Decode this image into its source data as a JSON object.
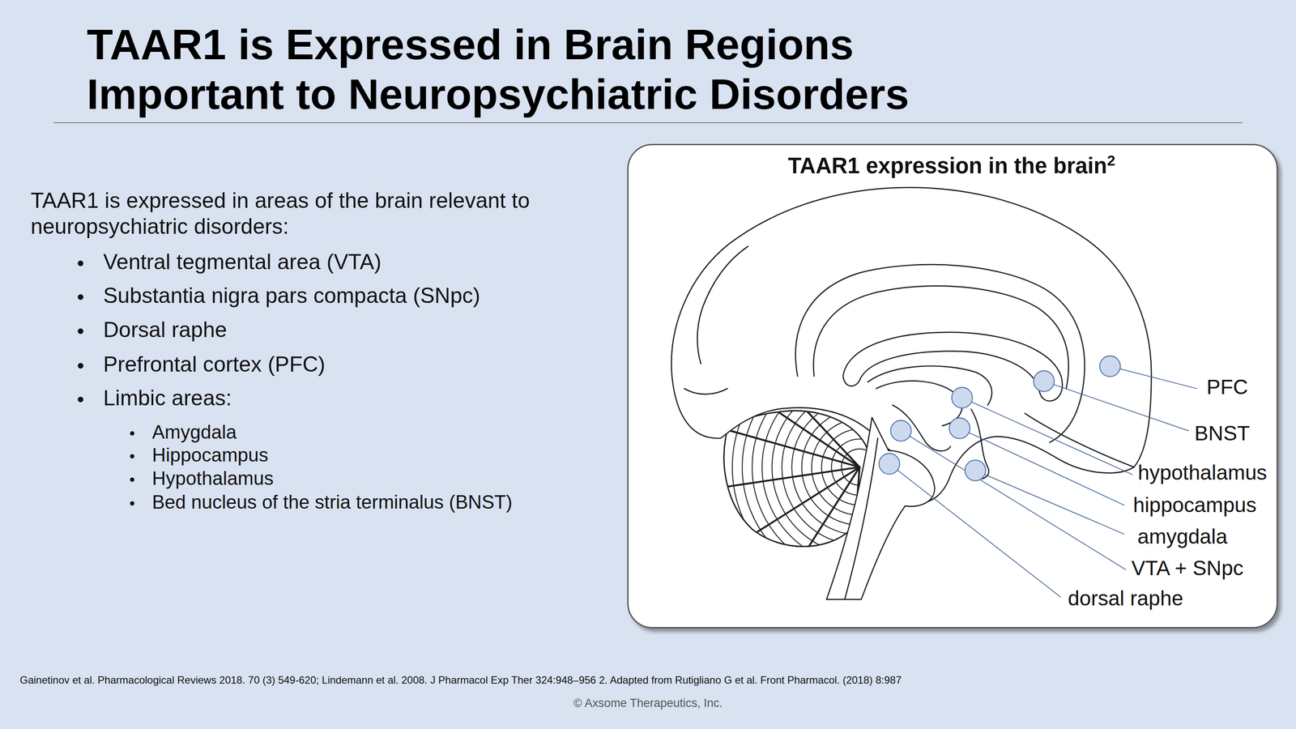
{
  "diagram": {
    "title": "TAAR1 is Expressed in Brain Regions Important to Neuropsychiatric Disorders",
    "nodes": [
      {
        "text": [
          "TAAR1 expression in the brain",
          "2"
        ]
      }
    ],
    "labels": [
      "TAAR1 is expressed in areas of the brain relevant to neuropsychiatric disorders:",
      "Ventral tegmental area (VTA)",
      "Substantia nigra pars compacta (SNpc)",
      "Dorsal raphe",
      "Prefrontal cortex (PFC)",
      "Limbic areas:",
      "Amygdala",
      "Hippocampus",
      "Hypothalamus",
      "Bed nucleus of the stria terminalus (BNST)",
      "PFC",
      "BNST",
      "hypothalamus",
      "hippocampus",
      "amygdala",
      "VTA + SNpc",
      "dorsal raphe",
      "Gainetinov et al. Pharmacological Reviews 2018. 70 (3) 549-620; Lindemann et al. 2008. J Pharmacol Exp Ther 324:948–956 2. Adapted from Rutigliano G et al. Front Pharmacol. (2018) 8:987",
      "© Axsome Therapeutics, Inc."
    ]
  }
}
